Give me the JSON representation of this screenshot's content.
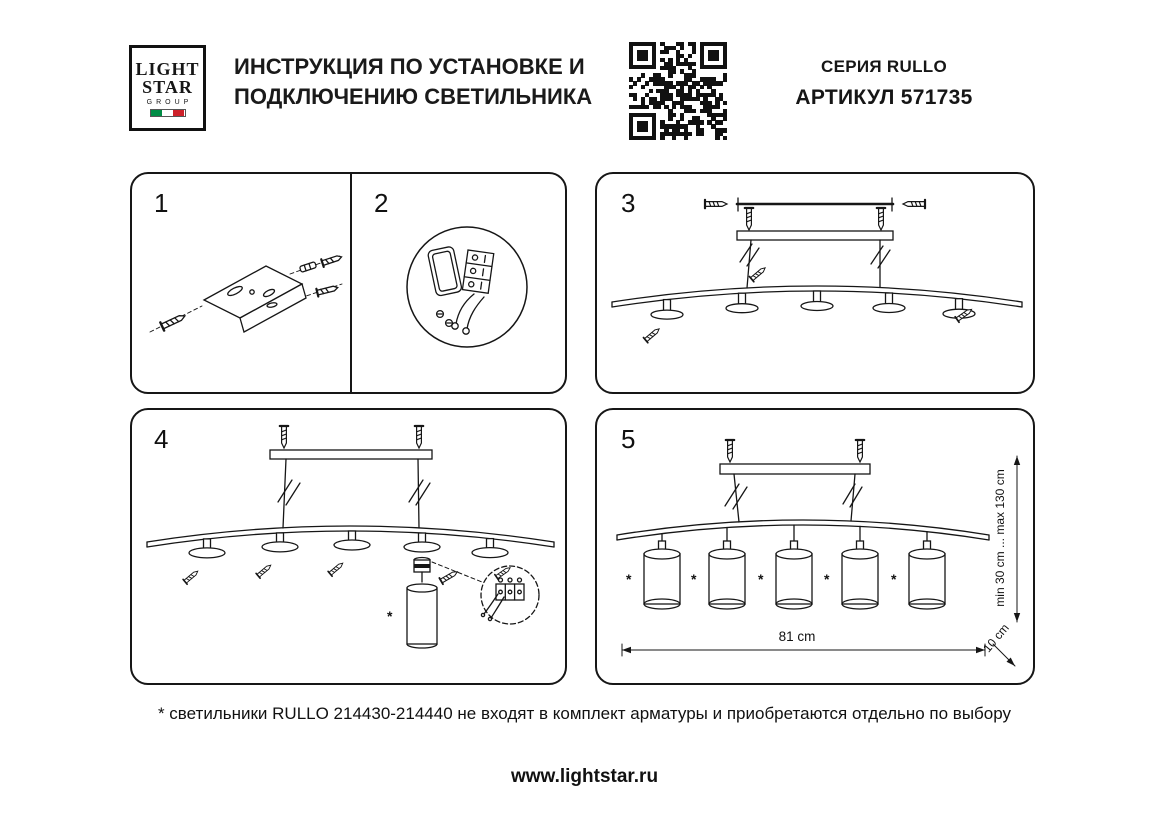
{
  "header": {
    "logo": {
      "line1": "LIGHT",
      "line2": "STAR",
      "line3": "GROUP"
    },
    "title_line1": "ИНСТРУКЦИЯ ПО УСТАНОВКЕ И",
    "title_line2": "ПОДКЛЮЧЕНИЮ СВЕТИЛЬНИКА",
    "series": "СЕРИЯ RULLO",
    "article": "АРТИКУЛ 571735"
  },
  "steps": [
    {
      "number": "1"
    },
    {
      "number": "2"
    },
    {
      "number": "3"
    },
    {
      "number": "4"
    },
    {
      "number": "5"
    }
  ],
  "dimensions": {
    "width": "81 cm",
    "height_range": "min 30 cm ... max 130 cm",
    "offset": "10 cm"
  },
  "asterisk": "*",
  "footnote": "* светильники RULLO 214430-214440 не входят в комплект арматуры и приобретаются отдельно по выбору",
  "website": "www.lightstar.ru",
  "colors": {
    "ink": "#161616",
    "flag_green": "#008C45",
    "flag_white": "#ffffff",
    "flag_red": "#CD212A"
  }
}
